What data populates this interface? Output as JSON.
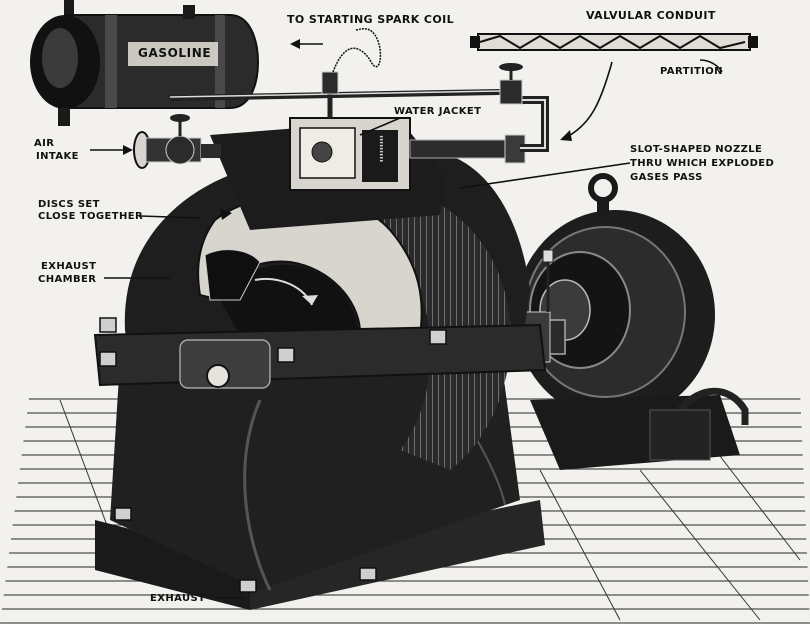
{
  "labels": {
    "gasoline": "GASOLINE",
    "to_starting_spark_coil": "TO STARTING SPARK COIL",
    "valvular_conduit": "VALVULAR CONDUIT",
    "partition": "PARTITION",
    "water_jacket": "WATER JACKET",
    "air_intake_line1": "AIR",
    "air_intake_line2": "INTAKE",
    "slot_nozzle_line1": "SLOT-SHAPED NOZZLE",
    "slot_nozzle_line2": "THRU WHICH EXPLODED",
    "slot_nozzle_line3": "GASES PASS",
    "discs_line1": "DISCS SET",
    "discs_line2": "CLOSE TOGETHER",
    "exhaust_chamber_line1": "EXHAUST",
    "exhaust_chamber_line2": "CHAMBER",
    "exhaust": "EXHAUST"
  },
  "colors": {
    "paper": "#f2f1ee",
    "ink": "#111111",
    "dark_metal": "#1c1c1c",
    "mid_metal": "#3a3a3a",
    "light_metal": "#d9d6cf"
  }
}
